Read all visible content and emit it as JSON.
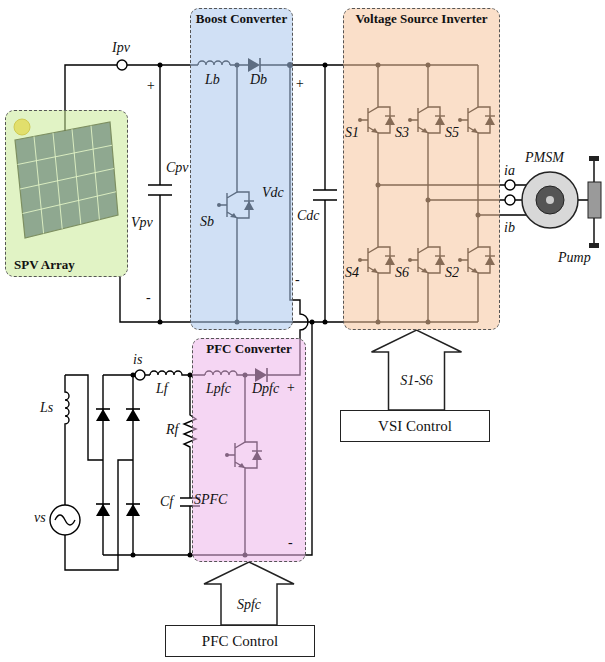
{
  "diagram": {
    "nodes": [
      {
        "text": [
          "SPV Array"
        ]
      },
      {
        "text": [
          "Boost Converter"
        ]
      },
      {
        "text": [
          "Voltage Source Inverter"
        ]
      },
      {
        "text": [
          "PFC Converter"
        ]
      },
      {
        "text": [
          "VSI Control"
        ]
      },
      {
        "text": [
          "PFC Control"
        ]
      }
    ],
    "edges": [
      {
        "from": 4,
        "to": 2,
        "arrow": "to",
        "label": "S1-S6"
      },
      {
        "from": 5,
        "to": 3,
        "arrow": "to",
        "label": "Spfc"
      }
    ],
    "labels": [
      "Ipv",
      "+",
      "Cpv",
      "Vpv",
      "-",
      "Lb",
      "Db",
      "Sb",
      "+",
      "Vdc",
      "-",
      "Cdc",
      "S1",
      "S3",
      "S5",
      "S4",
      "S6",
      "S2",
      "ia",
      "ib",
      "PMSM",
      "Pump",
      "is",
      "Lf",
      "Rf",
      "Cf",
      "Lpfc",
      "Dpfc",
      "SPFC",
      "+",
      "-",
      "Ls",
      "vs"
    ]
  }
}
